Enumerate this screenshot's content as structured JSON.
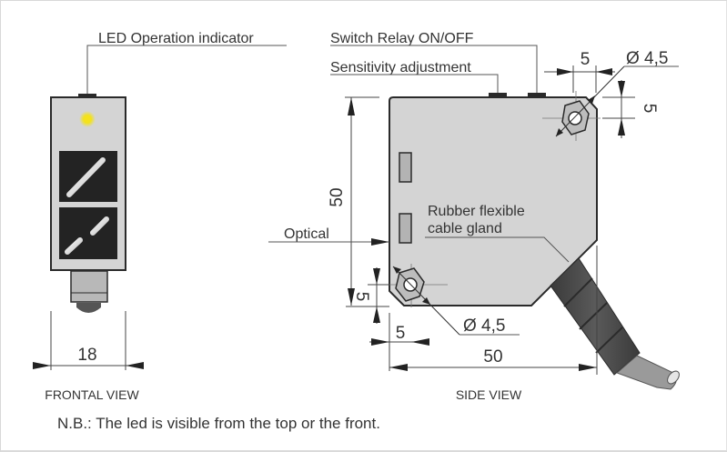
{
  "callouts": {
    "led_indicator": "LED Operation indicator",
    "switch_relay": "Switch Relay ON/OFF",
    "sensitivity": "Sensitivity adjustment",
    "optical": "Optical",
    "gland_line1": "Rubber flexible",
    "gland_line2": "cable gland"
  },
  "dimensions": {
    "frontal_width": "18",
    "side_height": "50",
    "side_width": "50",
    "hole_offset_top_x": "5",
    "hole_offset_top_y": "5",
    "hole_offset_bottom_x": "5",
    "hole_offset_bottom_y": "5",
    "hole_diameter_top": "Ø 4,5",
    "hole_diameter_bottom": "Ø 4,5"
  },
  "views": {
    "frontal": "FRONTAL VIEW",
    "side": "SIDE VIEW"
  },
  "note": "N.B.: The led is visible from the top or the front.",
  "colors": {
    "housing": "#d4d4d4",
    "lens": "#232323",
    "led": "#f2e21a",
    "cable_gland": "#4a4a4a",
    "cable": "#9a9a9a"
  }
}
